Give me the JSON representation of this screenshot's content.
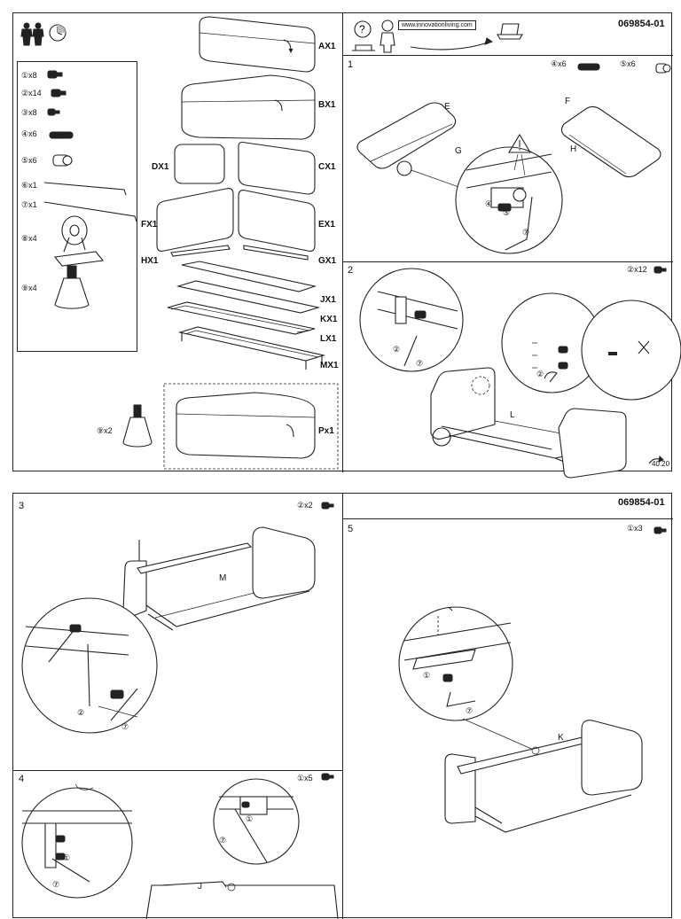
{
  "header": {
    "code_top": "069854-01",
    "code_bottom": "069854-01",
    "website": "www.innovationliving.com"
  },
  "parts": {
    "panels": [
      {
        "label": "AX1"
      },
      {
        "label": "BX1"
      },
      {
        "label": "DX1"
      },
      {
        "label": "CX1"
      },
      {
        "label": "FX1"
      },
      {
        "label": "EX1"
      },
      {
        "label": "HX1"
      },
      {
        "label": "GX1"
      },
      {
        "label": "JX1"
      },
      {
        "label": "KX1"
      },
      {
        "label": "LX1"
      },
      {
        "label": "MX1"
      },
      {
        "label": "Px1"
      }
    ],
    "hardware": [
      {
        "qty": "①x8"
      },
      {
        "qty": "②x14"
      },
      {
        "qty": "③x8"
      },
      {
        "qty": "④x6"
      },
      {
        "qty": "⑤x6"
      },
      {
        "qty": "⑥x1"
      },
      {
        "qty": "⑦x1"
      },
      {
        "qty": "⑧x4"
      },
      {
        "qty": "⑨x4"
      }
    ],
    "extra_foot": "⑨x2"
  },
  "steps": [
    {
      "number": "1",
      "qty_a": "④x6",
      "qty_b": "⑤x6",
      "letters": [
        "E",
        "G",
        "F",
        "H"
      ],
      "callouts": [
        "④",
        "⑤",
        "⑦"
      ]
    },
    {
      "number": "2",
      "qty_a": "②x12",
      "letters": [
        "L"
      ],
      "callouts": [
        "②",
        "⑦",
        "②"
      ],
      "angle": "40.20"
    },
    {
      "number": "3",
      "qty_a": "②x2",
      "letters": [
        "M"
      ],
      "callouts": [
        "②",
        "⑦"
      ]
    },
    {
      "number": "4",
      "qty_a": "①x5",
      "letters": [
        "J"
      ],
      "callouts": [
        "⑦",
        "①",
        "⑦",
        "①"
      ]
    },
    {
      "number": "5",
      "qty_a": "①x3",
      "letters": [
        "K"
      ],
      "callouts": [
        "①",
        "⑦"
      ]
    }
  ],
  "icons": [
    "two-people-icon",
    "clock-icon",
    "help-icon",
    "laptop-icon",
    "screw-icon",
    "dowel-icon",
    "cam-lock-icon",
    "allen-key-icon",
    "caster-icon",
    "foot-icon",
    "warning-icon",
    "rotate-arrow-icon"
  ]
}
